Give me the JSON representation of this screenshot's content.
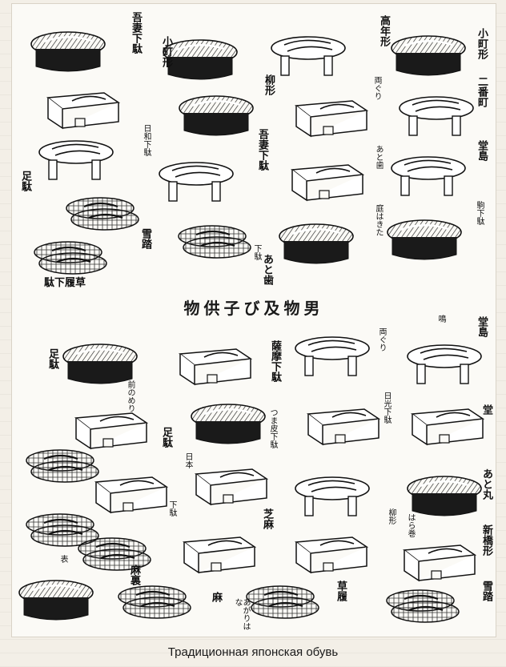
{
  "figure": {
    "title": "物供子び及物男",
    "labels": [
      "小町形",
      "吾妻下駄",
      "高年形",
      "小町形",
      "柳形",
      "両ぐり",
      "二番町",
      "日和下駄",
      "吾妻下駄",
      "あと歯",
      "堂島",
      "足駄",
      "庭はきた",
      "駒下駄",
      "雪踏",
      "下駄",
      "あと歯",
      "駄下履草",
      "両ぐり",
      "堂島",
      "薩摩下駄",
      "足駄",
      "前のめり",
      "日光下駄",
      "鳴",
      "足駄",
      "つま皮下駄",
      "日本",
      "下駄",
      "堂",
      "芝麻",
      "柳形",
      "あと丸",
      "はら巻",
      "新橋形",
      "表",
      "麻裏",
      "草履",
      "あがりはな",
      "麻",
      "雪踏"
    ]
  },
  "caption": "Традиционная японская обувь"
}
